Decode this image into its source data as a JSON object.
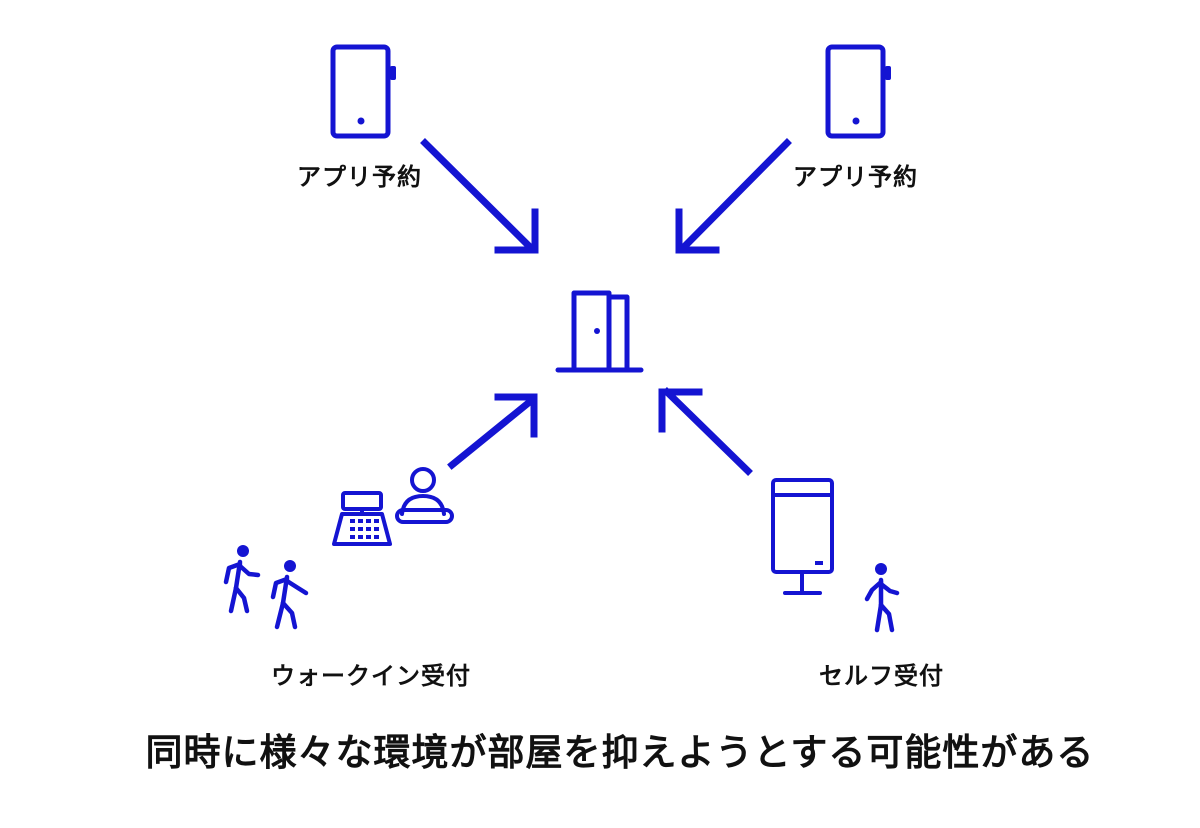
{
  "colors": {
    "accent": "#1414d2",
    "text": "#111111",
    "background": "#ffffff"
  },
  "nodes": {
    "app_left": {
      "label": "アプリ予約",
      "icon": "smartphone-icon"
    },
    "app_right": {
      "label": "アプリ予約",
      "icon": "smartphone-icon"
    },
    "center": {
      "icon": "door-icon"
    },
    "walkin": {
      "label": "ウォークイン受付",
      "icons": [
        "cash-register-icon",
        "receptionist-icon",
        "walking-people-icon"
      ]
    },
    "self": {
      "label": "セルフ受付",
      "icons": [
        "kiosk-icon",
        "walking-person-icon"
      ]
    }
  },
  "caption": "同時に様々な環境が部屋を抑えようとする可能性がある"
}
